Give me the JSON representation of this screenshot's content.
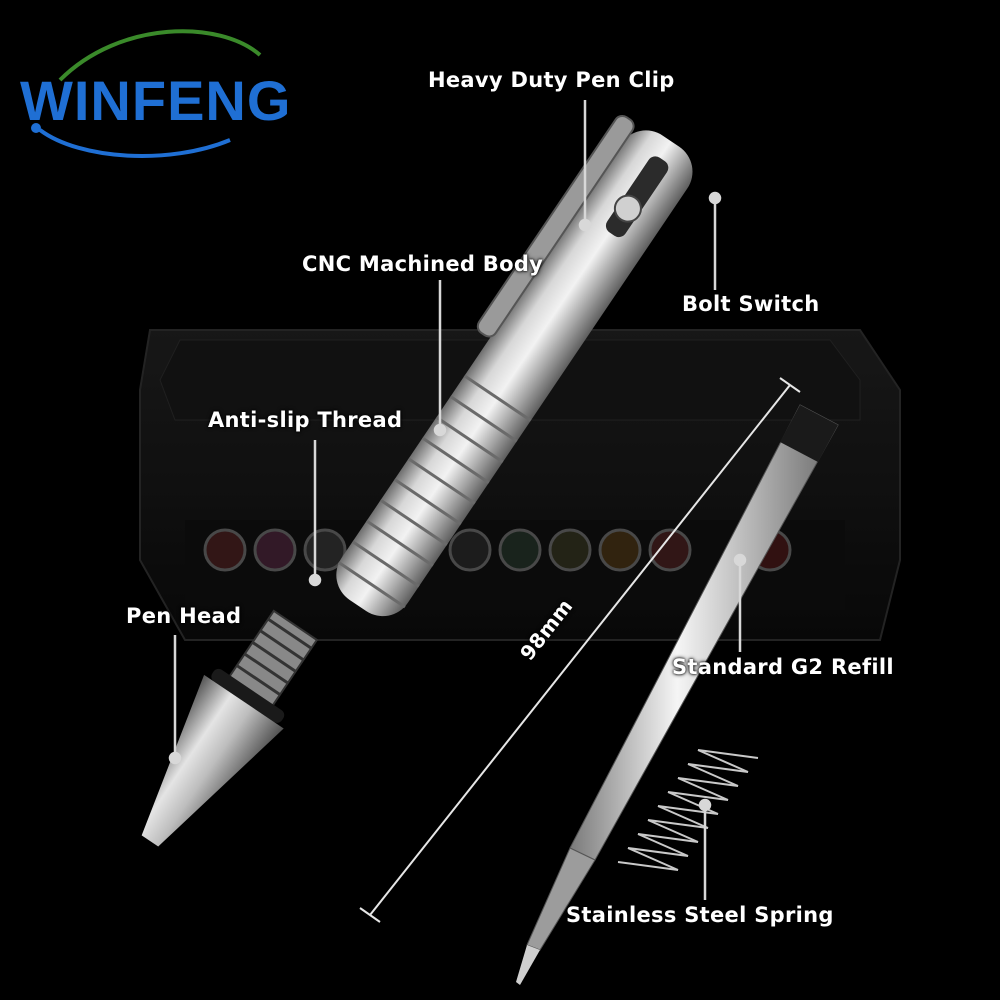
{
  "brand": {
    "logo": "WINFENG",
    "color": "#1f6fd4",
    "swoosh_color": "#3a8a2a"
  },
  "labels": {
    "clip": "Heavy Duty Pen Clip",
    "body": "CNC Machined Body",
    "bolt": "Bolt Switch",
    "thread": "Anti-slip Thread",
    "head": "Pen Head",
    "refill": "Standard G2 Refill",
    "spring": "Stainless Steel Spring",
    "length": "98mm"
  },
  "colors": {
    "background": "#000000",
    "label_text": "#ffffff",
    "leader_line": "#d8d8d8",
    "metal": "#b9b9b9"
  }
}
